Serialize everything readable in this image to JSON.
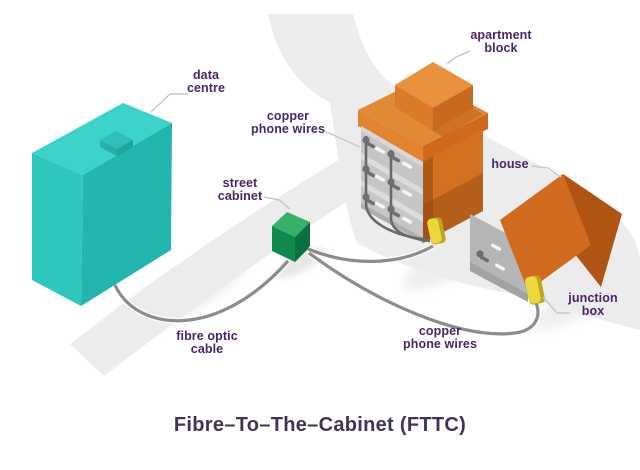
{
  "title": "Fibre–To–The–Cabinet (FTTC)",
  "labels": {
    "data_centre": [
      "data",
      "centre"
    ],
    "copper_wires_top": [
      "copper",
      "phone wires"
    ],
    "street_cabinet": [
      "street",
      "cabinet"
    ],
    "apartment_block": [
      "apartment",
      "block"
    ],
    "house": [
      "house"
    ],
    "junction_box": [
      "junction",
      "box"
    ],
    "fibre_optic_cable": [
      "fibre optic",
      "cable"
    ],
    "copper_wires_bottom": [
      "copper",
      "phone wires"
    ]
  },
  "colors": {
    "background": "#ffffff",
    "road": "#ececec",
    "shadow": "#dcdcdc",
    "teal_top": "#3bd3ca",
    "teal_left": "#2dc7be",
    "teal_right": "#22b6ae",
    "green_top": "#35b169",
    "green_front": "#108a4c",
    "green_right": "#0a7040",
    "orange_roof_top": "#e18a35",
    "orange_fascia": "#e2832f",
    "orange_wall_right": "#d4711f",
    "orange_pent_top": "#e8923e",
    "orange_pent_left": "#d97b28",
    "orange_pent_right": "#c76a1f",
    "orange_house_bright": "#d06a1e",
    "orange_house_dark": "#b05413",
    "grey_wall": "#c6c6c6",
    "grey_wall_house": "#b5b5b5",
    "floor_strip": "#dedede",
    "yellow_front": "#ecd73c",
    "yellow_dark": "#c2a31d",
    "cable": "#8c8c8c",
    "leader": "#c9c9c9",
    "phone": "#6f6f6f",
    "label_text": "#4b2569",
    "title_text": "#433457"
  }
}
